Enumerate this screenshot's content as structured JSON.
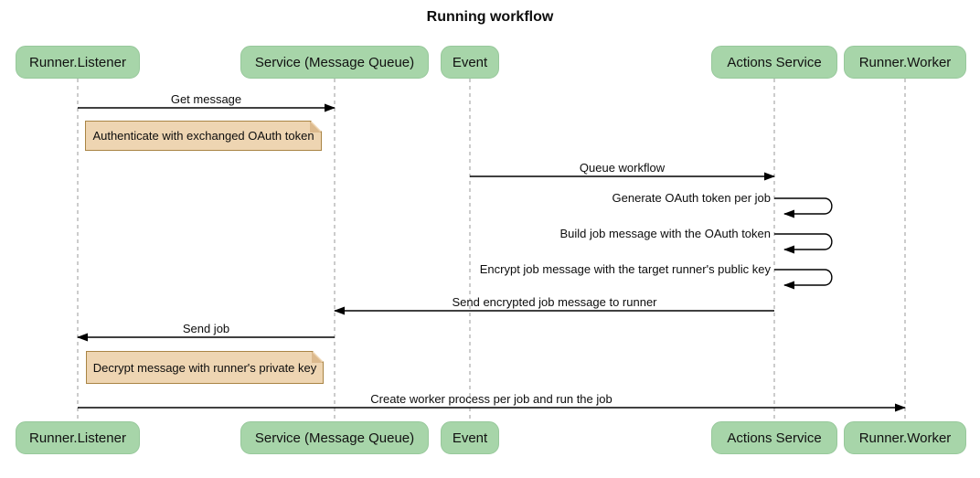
{
  "title": "Running workflow",
  "participants": [
    {
      "label": "Runner.Listener"
    },
    {
      "label": "Service (Message Queue)"
    },
    {
      "label": "Event"
    },
    {
      "label": "Actions Service"
    },
    {
      "label": "Runner.Worker"
    }
  ],
  "messages": [
    {
      "label": "Get message",
      "from": "Runner.Listener",
      "to": "Service (Message Queue)",
      "kind": "solid-arrow"
    },
    {
      "label": "Queue workflow",
      "from": "Event",
      "to": "Actions Service",
      "kind": "solid-arrow"
    },
    {
      "label": "Generate OAuth token per job",
      "from": "Actions Service",
      "to": "Actions Service",
      "kind": "self-loop"
    },
    {
      "label": "Build job message with the OAuth token",
      "from": "Actions Service",
      "to": "Actions Service",
      "kind": "self-loop"
    },
    {
      "label": "Encrypt job message with the target runner's public key",
      "from": "Actions Service",
      "to": "Actions Service",
      "kind": "self-loop"
    },
    {
      "label": "Send encrypted job message to runner",
      "from": "Actions Service",
      "to": "Service (Message Queue)",
      "kind": "solid-arrow"
    },
    {
      "label": "Send job",
      "from": "Service (Message Queue)",
      "to": "Runner.Listener",
      "kind": "solid-arrow"
    },
    {
      "label": "Create worker process per job and run the job",
      "from": "Runner.Listener",
      "to": "Runner.Worker",
      "kind": "solid-arrow"
    }
  ],
  "notes": [
    {
      "label": "Authenticate with exchanged OAuth token",
      "position": "right of Runner.Listener"
    },
    {
      "label": "Decrypt message with runner's private key",
      "position": "right of Runner.Listener"
    }
  ],
  "colors": {
    "participant_fill": "#a7d5a9",
    "note_fill": "#eed5b2",
    "note_border": "#a98444",
    "line": "#000000",
    "lifeline": "#999999",
    "background": "#ffffff"
  }
}
